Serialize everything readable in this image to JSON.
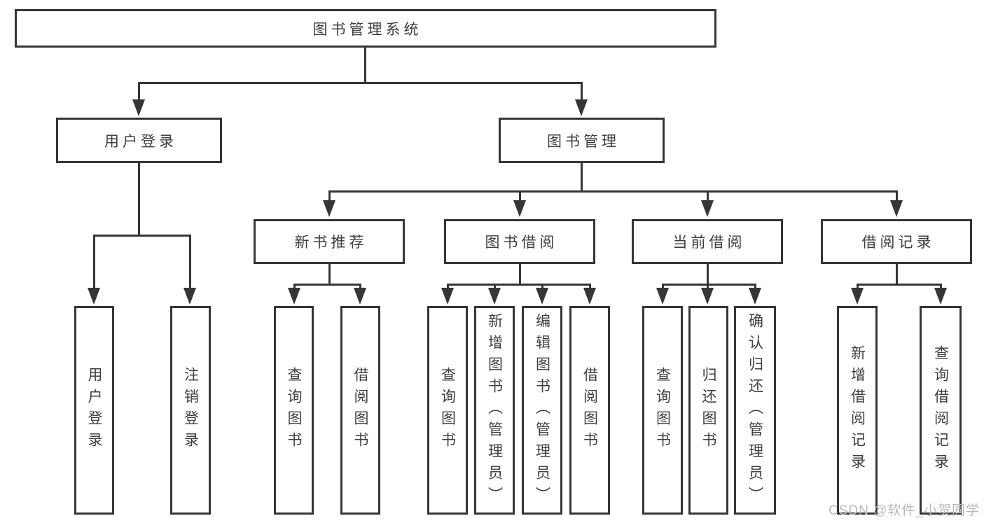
{
  "diagram": {
    "title": "图书管理系统",
    "watermark": "CSDN @软件_小贺同学",
    "line_color": "#363636",
    "text_color": "#3f3f3f",
    "watermark_color": "#b9b9b9",
    "background_color": "#ffffff"
  },
  "nodes": [
    {
      "id": "root",
      "label": "图书管理系统",
      "parent": null
    },
    {
      "id": "user-login",
      "label": "用户登录",
      "parent": "root"
    },
    {
      "id": "book-mgmt",
      "label": "图书管理",
      "parent": "root"
    },
    {
      "id": "new-book-rec",
      "label": "新书推荐",
      "parent": "book-mgmt"
    },
    {
      "id": "book-borrow",
      "label": "图书借阅",
      "parent": "book-mgmt"
    },
    {
      "id": "current-borrow",
      "label": "当前借阅",
      "parent": "book-mgmt"
    },
    {
      "id": "borrow-records",
      "label": "借阅记录",
      "parent": "book-mgmt"
    },
    {
      "id": "login",
      "label": "用户登录",
      "parent": "user-login"
    },
    {
      "id": "logout",
      "label": "注销登录",
      "parent": "user-login"
    },
    {
      "id": "query-book-1",
      "label": "查询图书",
      "parent": "new-book-rec"
    },
    {
      "id": "borrow-book-1",
      "label": "借阅图书",
      "parent": "new-book-rec"
    },
    {
      "id": "query-book-2",
      "label": "查询图书",
      "parent": "book-borrow"
    },
    {
      "id": "add-book",
      "label": "新增图书（管理员）",
      "parent": "book-borrow"
    },
    {
      "id": "edit-book",
      "label": "编辑图书（管理员）",
      "parent": "book-borrow"
    },
    {
      "id": "borrow-book-2",
      "label": "借阅图书",
      "parent": "book-borrow"
    },
    {
      "id": "query-book-3",
      "label": "查询图书",
      "parent": "current-borrow"
    },
    {
      "id": "return-book",
      "label": "归还图书",
      "parent": "current-borrow"
    },
    {
      "id": "confirm-return",
      "label": "确认归还（管理员）",
      "parent": "current-borrow"
    },
    {
      "id": "add-borrow-record",
      "label": "新增借阅记录",
      "parent": "borrow-records"
    },
    {
      "id": "query-borrow-record",
      "label": "查询借阅记录",
      "parent": "borrow-records"
    }
  ]
}
